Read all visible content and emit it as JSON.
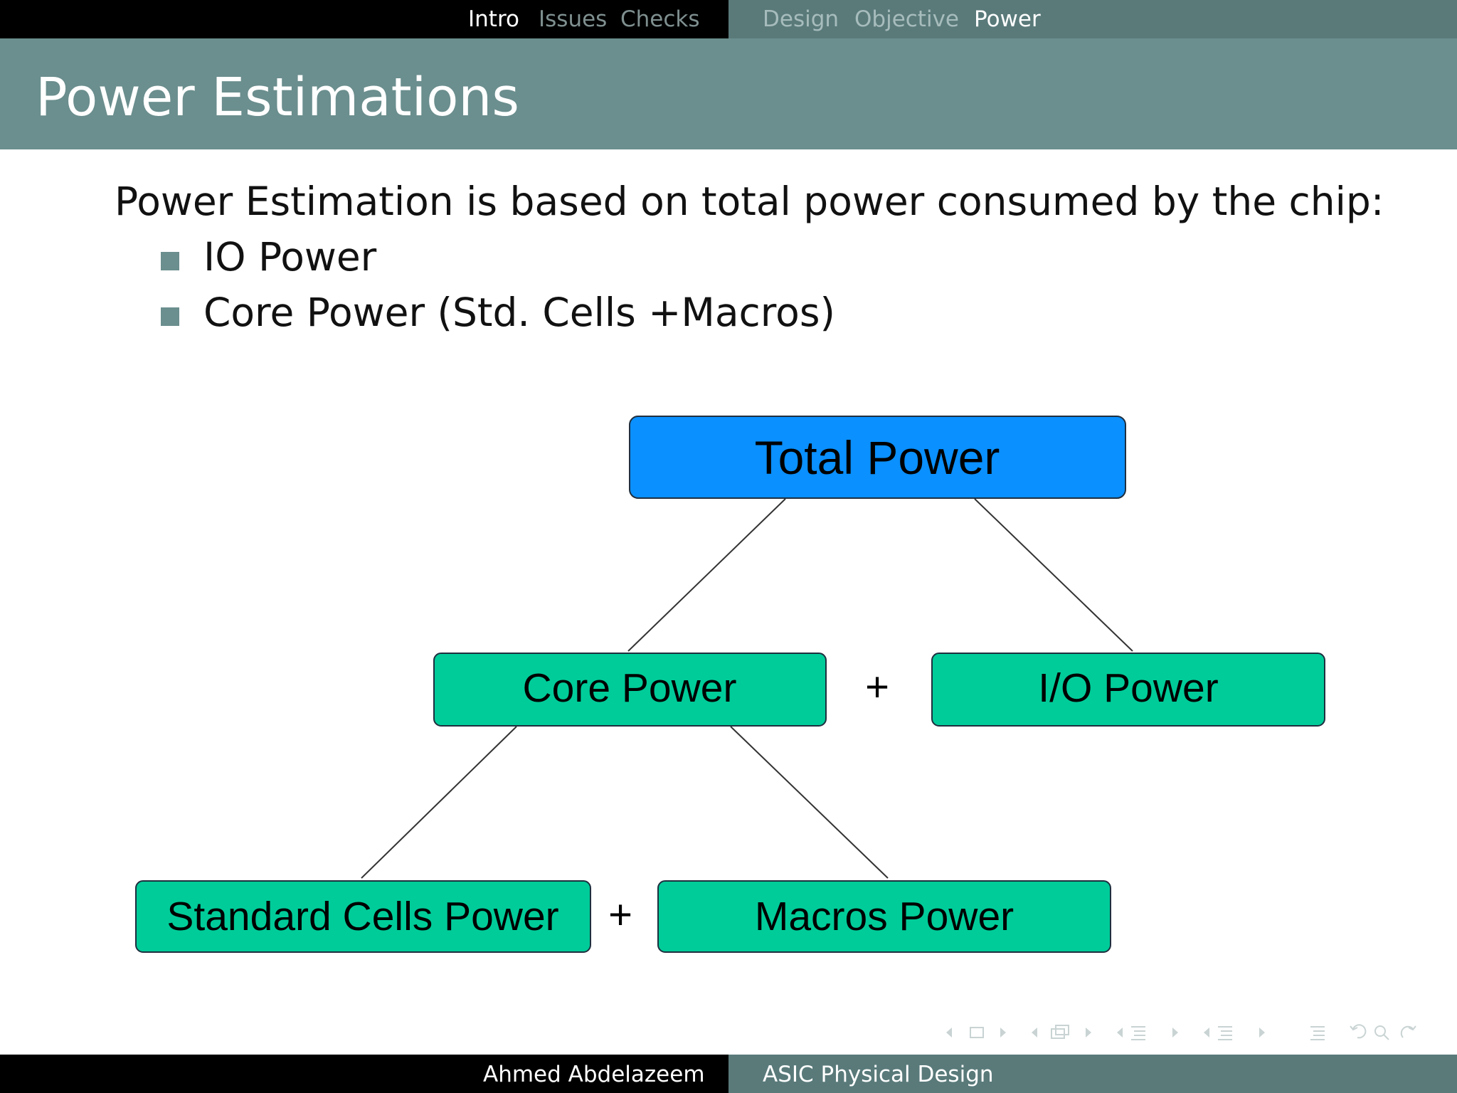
{
  "nav": {
    "left": [
      "Intro",
      "Issues",
      "Checks"
    ],
    "right": [
      "Design",
      "Objective",
      "Power"
    ],
    "active": "Power"
  },
  "slide": {
    "title": "Power Estimations",
    "intro": "Power Estimation is based on total power consumed by the chip:",
    "bullets": [
      "IO Power",
      "Core Power (Std.  Cells +Macros)"
    ]
  },
  "diagram": {
    "root": "Total Power",
    "level2": [
      "Core Power",
      "I/O Power"
    ],
    "level3": [
      "Standard Cells Power",
      "Macros Power"
    ],
    "operator": "+",
    "colors": {
      "root": "#0a90ff",
      "child": "#00cc99"
    }
  },
  "footer": {
    "author": "Ahmed Abdelazeem",
    "course": "ASIC Physical Design"
  },
  "colors": {
    "nav_dark": "#000000",
    "nav_teal": "#5a7a7a",
    "title_band": "#6b8e8e"
  }
}
